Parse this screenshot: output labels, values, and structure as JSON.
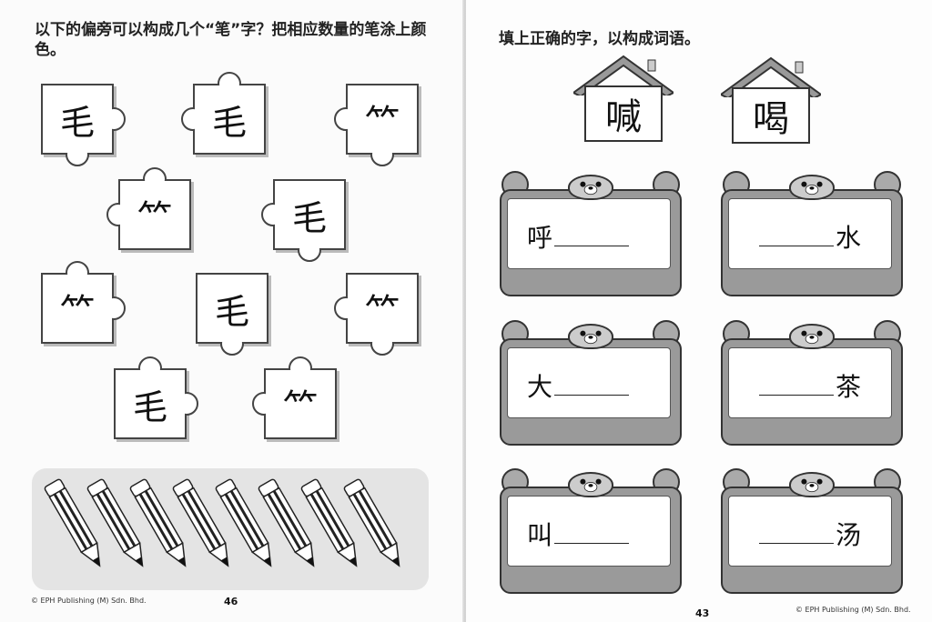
{
  "left_page": {
    "instruction": "以下的偏旁可以构成几个“笔”字？把相应数量的笔涂上颜色。",
    "pieces": [
      "毛",
      "毛",
      "⺮",
      "⺮",
      "毛",
      "⺮",
      "毛",
      "⺮",
      "毛",
      "⺮"
    ],
    "pencil_count": 8,
    "copyright": "© EPH Publishing (M) Sdn. Bhd.",
    "page_number": "46"
  },
  "right_page": {
    "instruction": "填上正确的字，以构成词语。",
    "houses": [
      "喊",
      "喝"
    ],
    "cards": [
      {
        "before": "呼",
        "after": ""
      },
      {
        "before": "",
        "after": "水"
      },
      {
        "before": "大",
        "after": ""
      },
      {
        "before": "",
        "after": "茶"
      },
      {
        "before": "叫",
        "after": ""
      },
      {
        "before": "",
        "after": "汤"
      }
    ],
    "copyright": "© EPH Publishing (M) Sdn. Bhd.",
    "page_number": "43"
  }
}
